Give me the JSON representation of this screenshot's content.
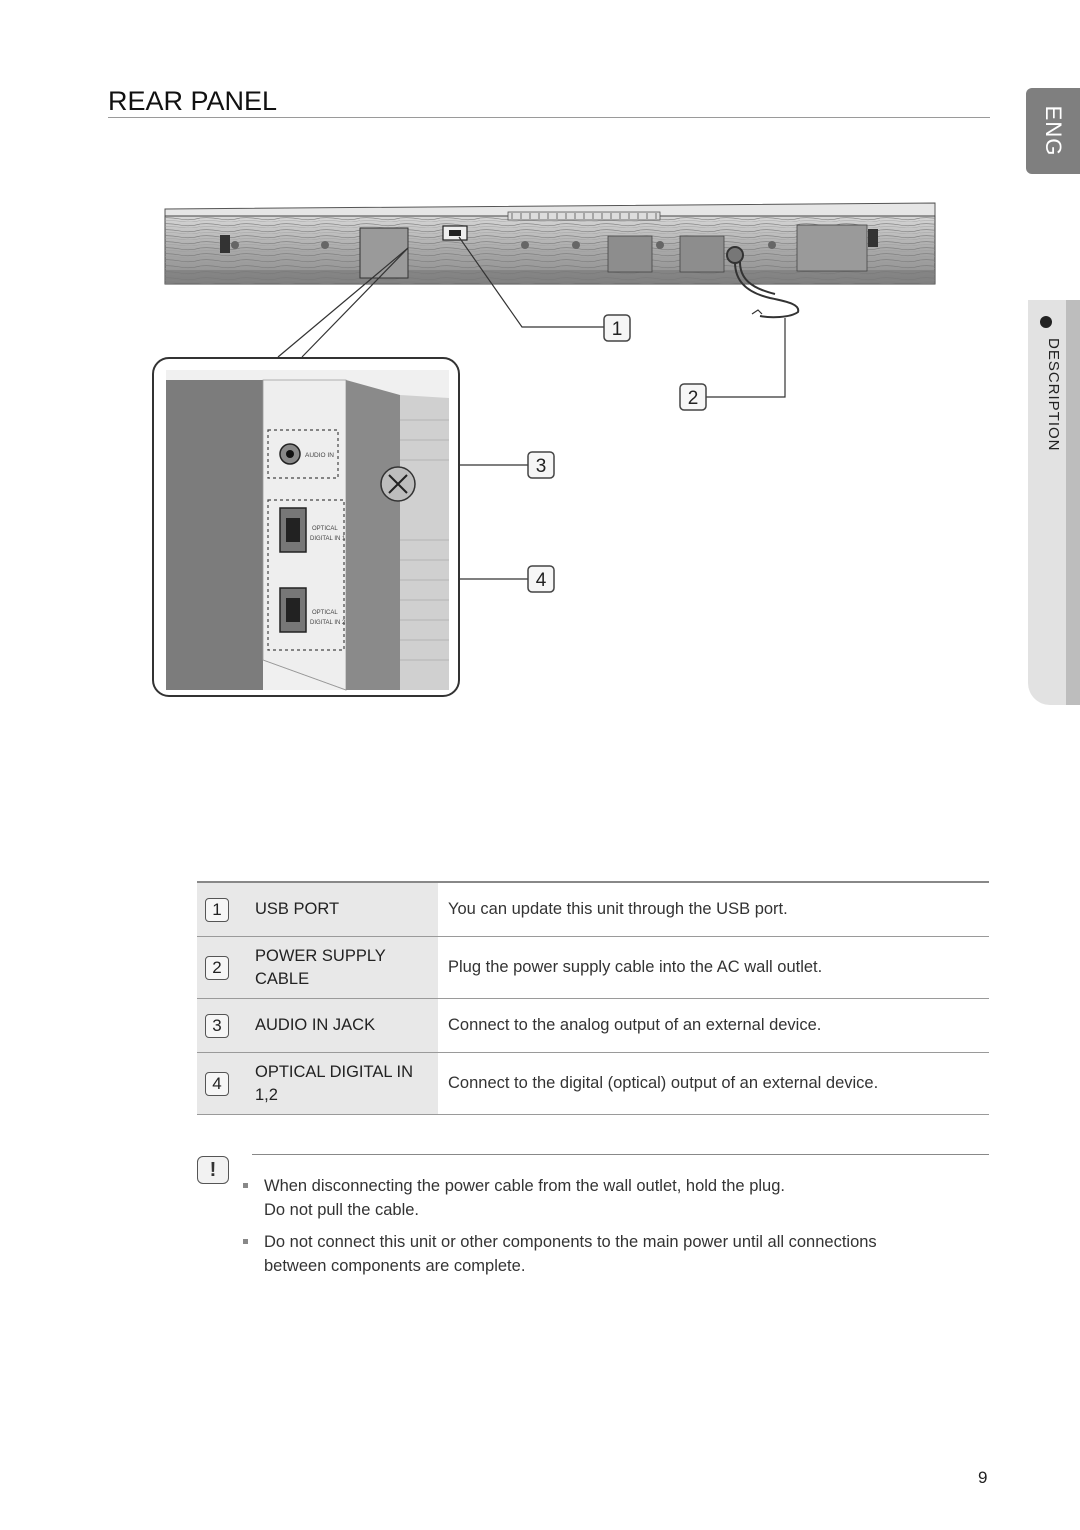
{
  "header": {
    "title": "REAR PANEL"
  },
  "tabs": {
    "language": "ENG",
    "section": "DESCRIPTION"
  },
  "figure": {
    "callouts": [
      "1",
      "2",
      "3",
      "4"
    ],
    "port_labels": {
      "audio_in": "AUDIO IN",
      "optical_1": [
        "OPTICAL",
        "DIGITAL IN 1"
      ],
      "optical_2": [
        "OPTICAL",
        "DIGITAL IN 2"
      ]
    }
  },
  "table": {
    "rows": [
      {
        "num": "1",
        "name": "USB PORT",
        "desc": "You can update this unit through the USB port."
      },
      {
        "num": "2",
        "name": "POWER SUPPLY\nCABLE",
        "desc": "Plug the power supply cable into the AC wall outlet."
      },
      {
        "num": "3",
        "name": "AUDIO IN JACK",
        "desc": "Connect to the analog output of an external device."
      },
      {
        "num": "4",
        "name": "OPTICAL DIGITAL IN\n1,2",
        "desc": "Connect to the digital (optical) output of an external device."
      }
    ]
  },
  "notes": {
    "icon": "!",
    "items": [
      "When disconnecting the power cable from the wall outlet, hold the plug.\nDo not pull the cable.",
      "Do not connect this unit or other components to the main power until all connections\nbetween components are complete."
    ]
  },
  "footer": {
    "page_number": "9"
  }
}
